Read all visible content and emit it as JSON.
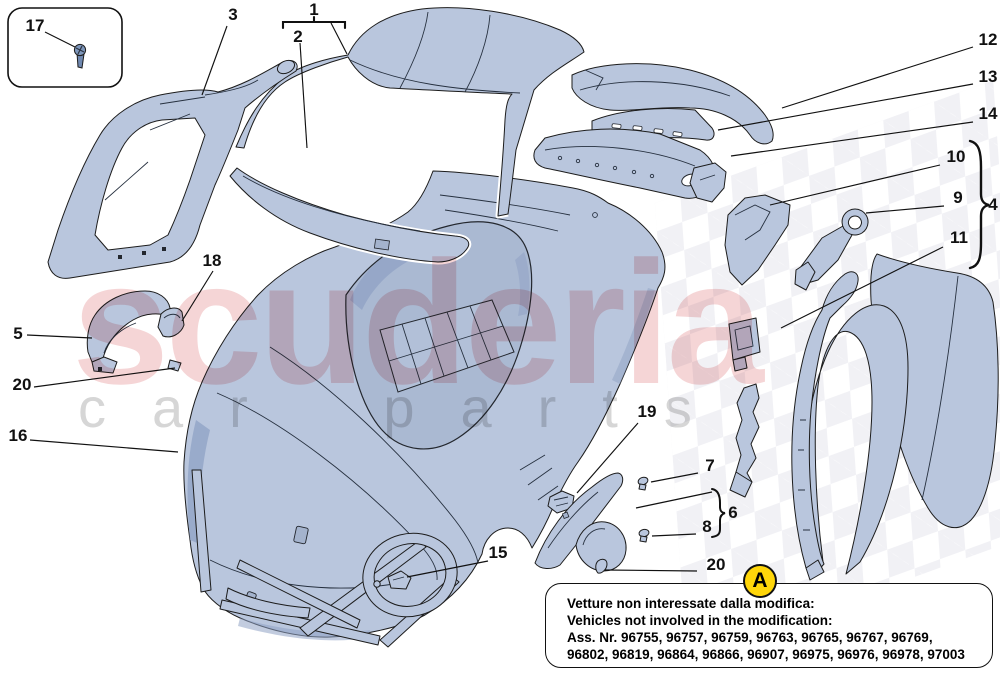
{
  "watermark": {
    "brand": "scuderia",
    "sub": "car parts"
  },
  "callouts": {
    "n1": "1",
    "n2": "2",
    "n3": "3",
    "n4": "4",
    "n5": "5",
    "n6": "6",
    "n7": "7",
    "n8": "8",
    "n9": "9",
    "n10": "10",
    "n11": "11",
    "n12": "12",
    "n13": "13",
    "n14": "14",
    "n15": "15",
    "n16": "16",
    "n17": "17",
    "n18": "18",
    "n19": "19",
    "n20a": "20",
    "n20b": "20"
  },
  "note": {
    "badge": "A",
    "line1": "Vetture non interessate dalla modifica:",
    "line2": "Vehicles not involved in the modification:",
    "line3": "Ass. Nr. 96755, 96757, 96759, 96763, 96765, 96767, 96769,",
    "line4": "96802, 96819, 96864, 96866, 96907, 96975, 96976, 96978, 97003"
  },
  "colors": {
    "part_fill": "#b9c6dd",
    "part_stroke": "#1c1c1c",
    "part_shade": "#8fa2c4",
    "interior": "#aab9d2",
    "accent_red": "#e89a9c",
    "gray_wm": "#d6d6d6",
    "checker": "#e7e7ee",
    "badge_yellow": "#ffd60a"
  }
}
